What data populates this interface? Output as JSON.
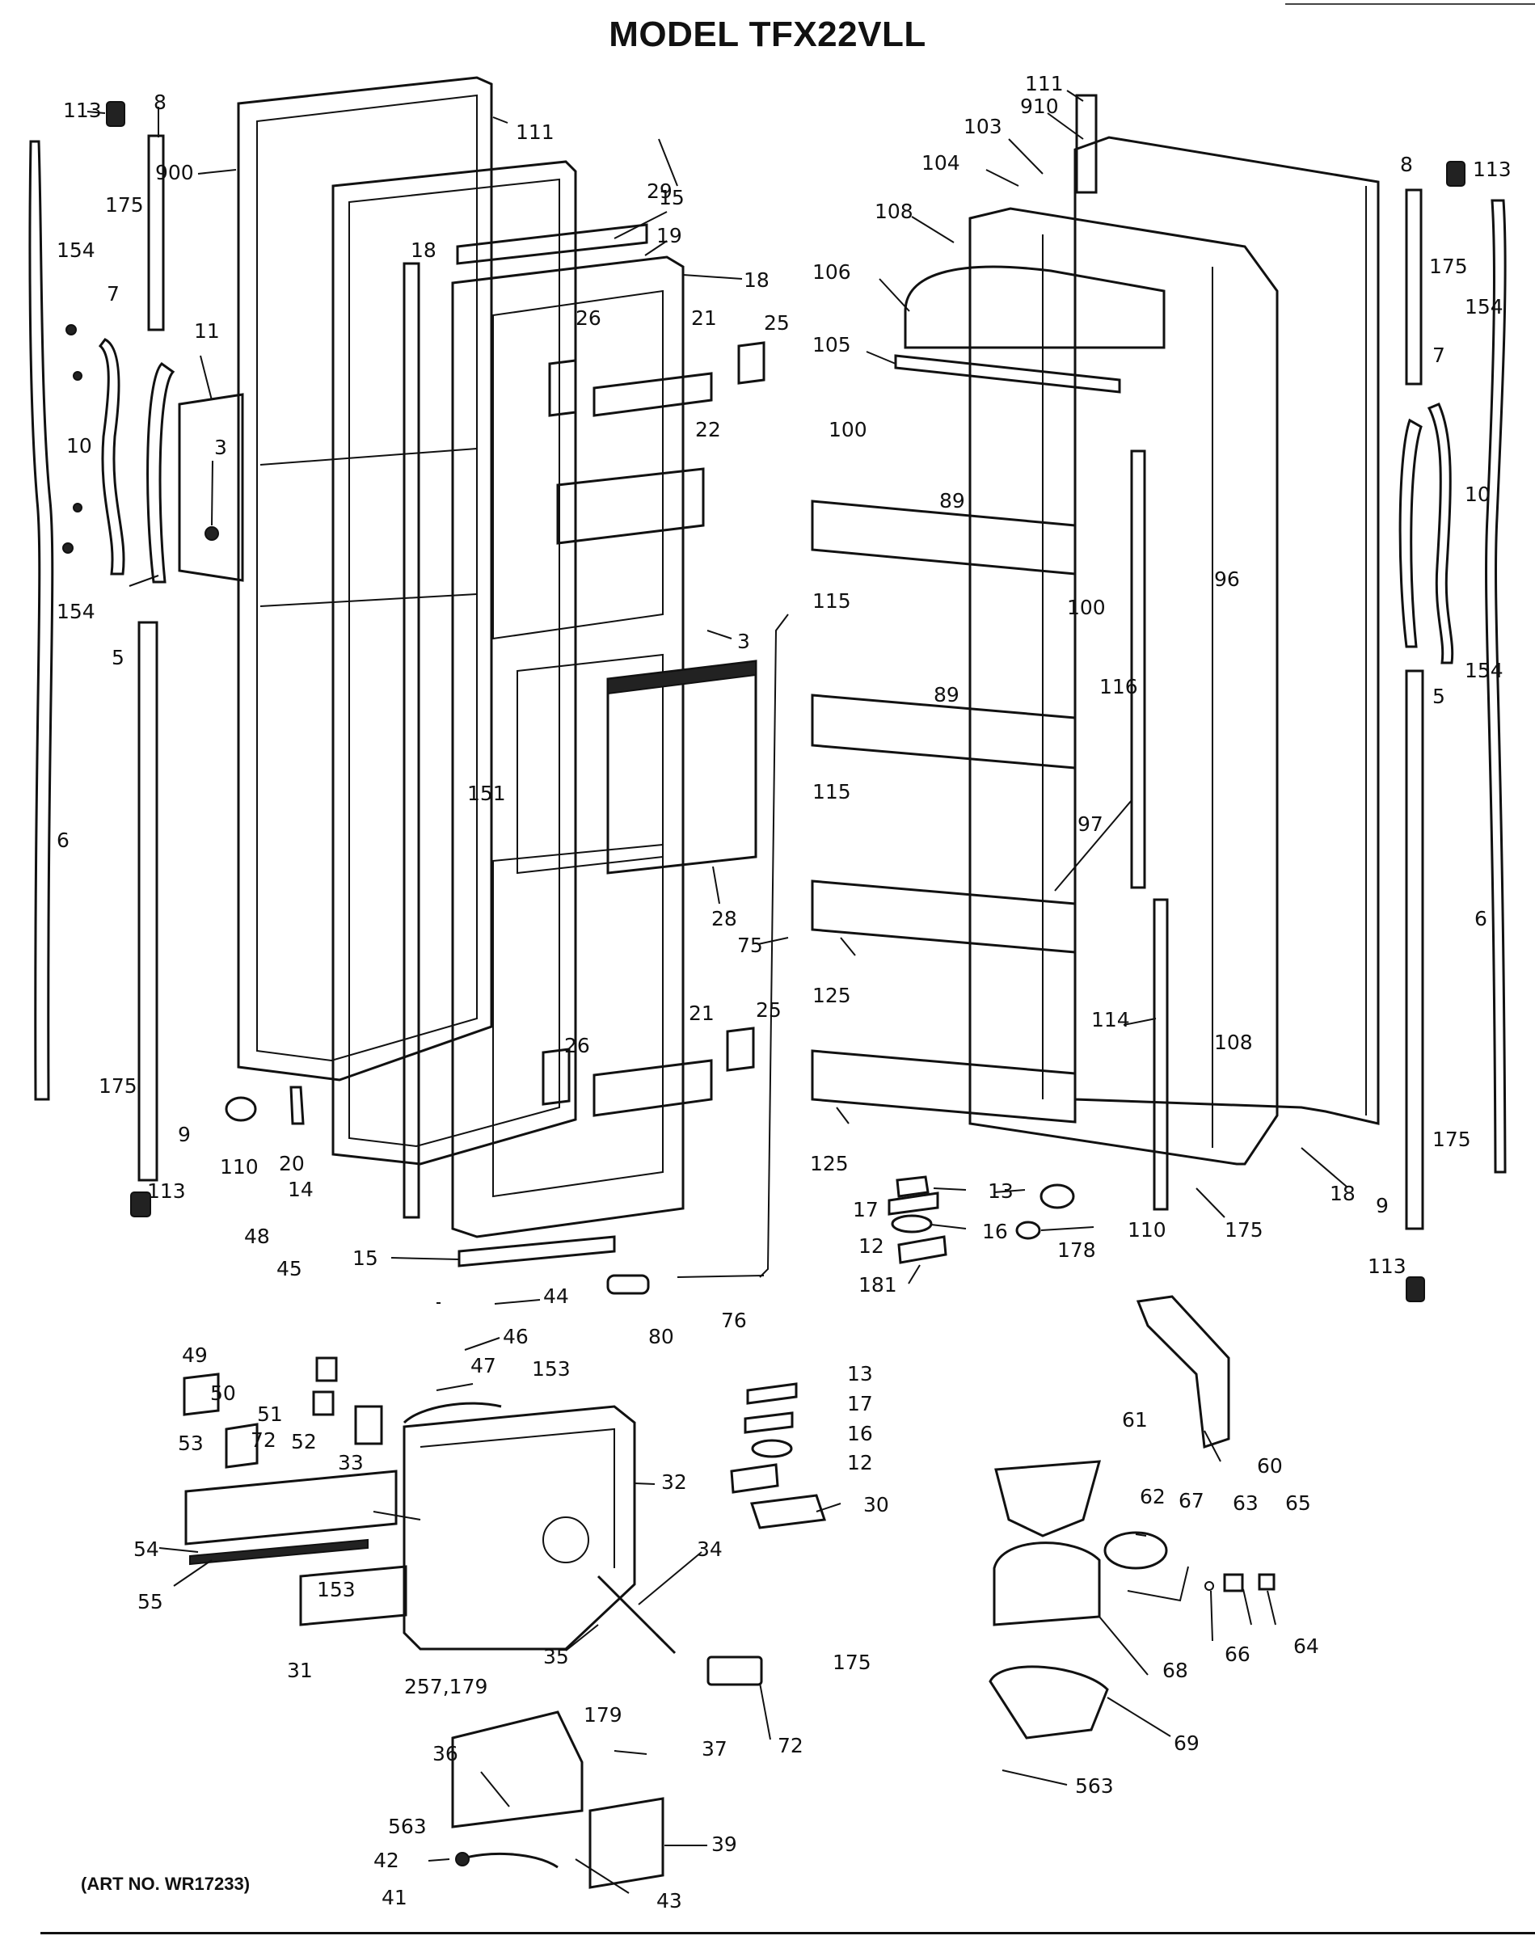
{
  "title": "MODEL TFX22VLL",
  "art_number": "(ART NO. WR17233)",
  "callouts": [
    {
      "id": "c113a",
      "text": "113"
    },
    {
      "id": "c8a",
      "text": "8"
    },
    {
      "id": "c111a",
      "text": "111"
    },
    {
      "id": "c175a",
      "text": "175"
    },
    {
      "id": "c900",
      "text": "900"
    },
    {
      "id": "c29",
      "text": "29"
    },
    {
      "id": "c15a",
      "text": "15"
    },
    {
      "id": "c19",
      "text": "19"
    },
    {
      "id": "c18a",
      "text": "18"
    },
    {
      "id": "c18b",
      "text": "18"
    },
    {
      "id": "c154a",
      "text": "154"
    },
    {
      "id": "c7a",
      "text": "7"
    },
    {
      "id": "c11",
      "text": "11"
    },
    {
      "id": "c26a",
      "text": "26"
    },
    {
      "id": "c21a",
      "text": "21"
    },
    {
      "id": "c25a",
      "text": "25"
    },
    {
      "id": "c10a",
      "text": "10"
    },
    {
      "id": "c3a",
      "text": "3"
    },
    {
      "id": "c22",
      "text": "22"
    },
    {
      "id": "c154b",
      "text": "154"
    },
    {
      "id": "c5a",
      "text": "5"
    },
    {
      "id": "c3b",
      "text": "3"
    },
    {
      "id": "c151",
      "text": "151"
    },
    {
      "id": "c6a",
      "text": "6"
    },
    {
      "id": "c28",
      "text": "28"
    },
    {
      "id": "c75",
      "text": "75"
    },
    {
      "id": "c26b",
      "text": "26"
    },
    {
      "id": "c21b",
      "text": "21"
    },
    {
      "id": "c25b",
      "text": "25"
    },
    {
      "id": "c175b",
      "text": "175"
    },
    {
      "id": "c9a",
      "text": "9"
    },
    {
      "id": "c110a",
      "text": "110"
    },
    {
      "id": "c20",
      "text": "20"
    },
    {
      "id": "c14",
      "text": "14"
    },
    {
      "id": "c113b",
      "text": "113"
    },
    {
      "id": "c48",
      "text": "48"
    },
    {
      "id": "c15b",
      "text": "15"
    },
    {
      "id": "c45",
      "text": "45"
    },
    {
      "id": "c44",
      "text": "44"
    },
    {
      "id": "c80",
      "text": "80"
    },
    {
      "id": "c76",
      "text": "76"
    },
    {
      "id": "c46",
      "text": "46"
    },
    {
      "id": "c49",
      "text": "49"
    },
    {
      "id": "c47",
      "text": "47"
    },
    {
      "id": "c153a",
      "text": "153"
    },
    {
      "id": "c50",
      "text": "50"
    },
    {
      "id": "c51",
      "text": "51"
    },
    {
      "id": "c72a",
      "text": "72"
    },
    {
      "id": "c52",
      "text": "52"
    },
    {
      "id": "c53",
      "text": "53"
    },
    {
      "id": "c33",
      "text": "33"
    },
    {
      "id": "c32",
      "text": "32"
    },
    {
      "id": "c54",
      "text": "54"
    },
    {
      "id": "c34",
      "text": "34"
    },
    {
      "id": "c55",
      "text": "55"
    },
    {
      "id": "c153b",
      "text": "153"
    },
    {
      "id": "c35",
      "text": "35"
    },
    {
      "id": "c31",
      "text": "31"
    },
    {
      "id": "c257",
      "text": "257,179"
    },
    {
      "id": "c179",
      "text": "179"
    },
    {
      "id": "c36",
      "text": "36"
    },
    {
      "id": "c37",
      "text": "37"
    },
    {
      "id": "c563a",
      "text": "563"
    },
    {
      "id": "c39",
      "text": "39"
    },
    {
      "id": "c42",
      "text": "42"
    },
    {
      "id": "c41",
      "text": "41"
    },
    {
      "id": "c43",
      "text": "43"
    },
    {
      "id": "c111b",
      "text": "111"
    },
    {
      "id": "c910",
      "text": "910"
    },
    {
      "id": "c103",
      "text": "103"
    },
    {
      "id": "c104",
      "text": "104"
    },
    {
      "id": "c108a",
      "text": "108"
    },
    {
      "id": "c106",
      "text": "106"
    },
    {
      "id": "c105",
      "text": "105"
    },
    {
      "id": "c100a",
      "text": "100"
    },
    {
      "id": "c89a",
      "text": "89"
    },
    {
      "id": "c115a",
      "text": "115"
    },
    {
      "id": "c100b",
      "text": "100"
    },
    {
      "id": "c96",
      "text": "96"
    },
    {
      "id": "c116",
      "text": "116"
    },
    {
      "id": "c89b",
      "text": "89"
    },
    {
      "id": "c115b",
      "text": "115"
    },
    {
      "id": "c97",
      "text": "97"
    },
    {
      "id": "c125a",
      "text": "125"
    },
    {
      "id": "c114",
      "text": "114"
    },
    {
      "id": "c108b",
      "text": "108"
    },
    {
      "id": "c125b",
      "text": "125"
    },
    {
      "id": "c13a",
      "text": "13"
    },
    {
      "id": "c17a",
      "text": "17"
    },
    {
      "id": "c16a",
      "text": "16"
    },
    {
      "id": "c12a",
      "text": "12"
    },
    {
      "id": "c181",
      "text": "181"
    },
    {
      "id": "c110b",
      "text": "110"
    },
    {
      "id": "c178",
      "text": "178"
    },
    {
      "id": "c175c",
      "text": "175"
    },
    {
      "id": "c18c",
      "text": "18"
    },
    {
      "id": "c8b",
      "text": "8"
    },
    {
      "id": "c113c",
      "text": "113"
    },
    {
      "id": "c175d",
      "text": "175"
    },
    {
      "id": "c154c",
      "text": "154"
    },
    {
      "id": "c7b",
      "text": "7"
    },
    {
      "id": "c10b",
      "text": "10"
    },
    {
      "id": "c154d",
      "text": "154"
    },
    {
      "id": "c5b",
      "text": "5"
    },
    {
      "id": "c6b",
      "text": "6"
    },
    {
      "id": "c175e",
      "text": "175"
    },
    {
      "id": "c9b",
      "text": "9"
    },
    {
      "id": "c113d",
      "text": "113"
    },
    {
      "id": "c13b",
      "text": "13"
    },
    {
      "id": "c17b",
      "text": "17"
    },
    {
      "id": "c16b",
      "text": "16"
    },
    {
      "id": "c12b",
      "text": "12"
    },
    {
      "id": "c30",
      "text": "30"
    },
    {
      "id": "c60",
      "text": "60"
    },
    {
      "id": "c61",
      "text": "61"
    },
    {
      "id": "c62",
      "text": "62"
    },
    {
      "id": "c67",
      "text": "67"
    },
    {
      "id": "c63",
      "text": "63"
    },
    {
      "id": "c65",
      "text": "65"
    },
    {
      "id": "c66",
      "text": "66"
    },
    {
      "id": "c64",
      "text": "64"
    },
    {
      "id": "c68",
      "text": "68"
    },
    {
      "id": "c175f",
      "text": "175"
    },
    {
      "id": "c72b",
      "text": "72"
    },
    {
      "id": "c69",
      "text": "69"
    },
    {
      "id": "c563b",
      "text": "563"
    }
  ]
}
